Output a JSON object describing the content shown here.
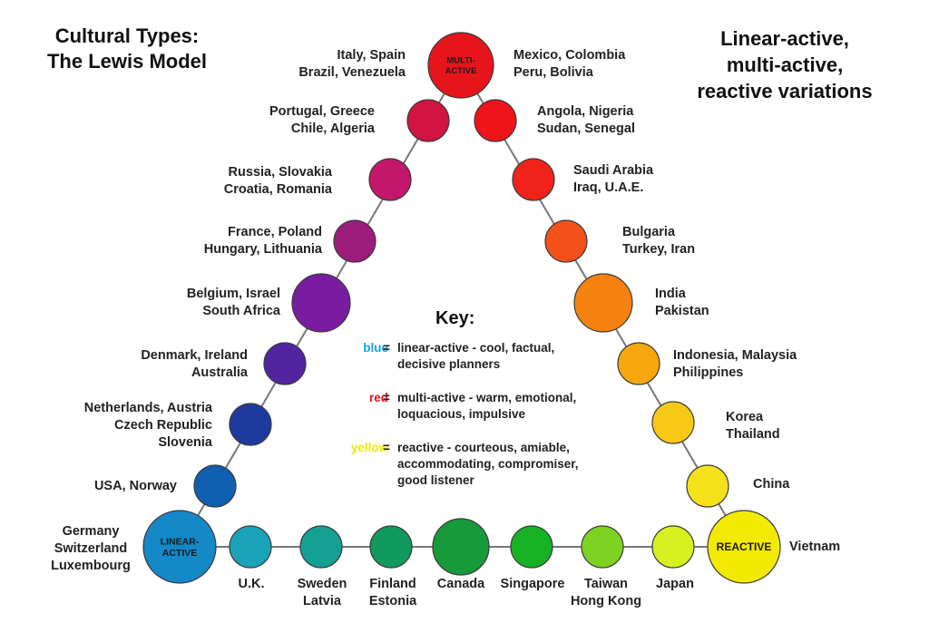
{
  "titles": {
    "left_line1": "Cultural Types:",
    "left_line2": "The Lewis Model",
    "right_line1": "Linear-active,",
    "right_line2": "multi-active,",
    "right_line3": "reactive variations"
  },
  "key": {
    "title": "Key:",
    "entries": [
      {
        "color_word": "blue",
        "color": "#1aa3d6",
        "desc_line1": "linear-active - cool, factual,",
        "desc_line2": "decisive planners",
        "desc_line3": ""
      },
      {
        "color_word": "red",
        "color": "#e8141c",
        "desc_line1": "multi-active - warm, emotional,",
        "desc_line2": "loquacious, impulsive",
        "desc_line3": ""
      },
      {
        "color_word": "yellow",
        "color": "#f2ea00",
        "desc_line1": "reactive - courteous, amiable,",
        "desc_line2": "accommodating, compromiser,",
        "desc_line3": "good listener"
      }
    ]
  },
  "nodes": [
    {
      "id": "multi-active",
      "color": "#e8141c",
      "inner": [
        "MULTI-",
        "ACTIVE"
      ],
      "labels": []
    },
    {
      "id": "italy-spain",
      "color": "",
      "inner": [],
      "labels": [
        "Italy, Spain",
        "Brazil, Venezuela"
      ]
    },
    {
      "id": "mexico-colombia",
      "color": "",
      "inner": [],
      "labels": [
        "Mexico, Colombia",
        "Peru, Bolivia"
      ]
    },
    {
      "id": "portugal-greece",
      "color": "#d11441",
      "inner": [],
      "labels": [
        "Portugal, Greece",
        "Chile, Algeria"
      ]
    },
    {
      "id": "russia-slovakia",
      "color": "#c2176b",
      "inner": [],
      "labels": [
        "Russia, Slovakia",
        "Croatia, Romania"
      ]
    },
    {
      "id": "france-poland",
      "color": "#9c1c7c",
      "inner": [],
      "labels": [
        "France, Poland",
        "Hungary, Lithuania"
      ]
    },
    {
      "id": "belgium-israel",
      "color": "#7a1ca0",
      "inner": [],
      "labels": [
        "Belgium, Israel",
        "South Africa"
      ]
    },
    {
      "id": "denmark-ireland",
      "color": "#5224a0",
      "inner": [],
      "labels": [
        "Denmark, Ireland",
        "Australia"
      ]
    },
    {
      "id": "netherlands-austria",
      "color": "#1f3a9e",
      "inner": [],
      "labels": [
        "Netherlands, Austria",
        "Czech Republic",
        "Slovenia"
      ]
    },
    {
      "id": "usa-norway",
      "color": "#0f60b0",
      "inner": [],
      "labels": [
        "USA, Norway"
      ]
    },
    {
      "id": "linear-active",
      "color": "#1588c8",
      "inner": [
        "LINEAR-",
        "ACTIVE"
      ],
      "labels": [
        "Germany",
        "Switzerland",
        "Luxembourg"
      ]
    },
    {
      "id": "uk",
      "color": "#1aa3b8",
      "inner": [],
      "labels": [
        "U.K."
      ]
    },
    {
      "id": "sweden-latvia",
      "color": "#14a092",
      "inner": [],
      "labels": [
        "Sweden",
        "Latvia"
      ]
    },
    {
      "id": "finland-estonia",
      "color": "#11995e",
      "inner": [],
      "labels": [
        "Finland",
        "Estonia"
      ]
    },
    {
      "id": "canada",
      "color": "#179a3a",
      "inner": [],
      "labels": [
        "Canada"
      ]
    },
    {
      "id": "singapore",
      "color": "#17b224",
      "inner": [],
      "labels": [
        "Singapore"
      ]
    },
    {
      "id": "taiwan-hongkong",
      "color": "#7cd322",
      "inner": [],
      "labels": [
        "Taiwan",
        "Hong Kong"
      ]
    },
    {
      "id": "japan",
      "color": "#d6f020",
      "inner": [],
      "labels": [
        "Japan"
      ]
    },
    {
      "id": "reactive",
      "color": "#f2ea00",
      "inner": [
        "REACTIVE"
      ],
      "labels": [
        "Vietnam"
      ]
    },
    {
      "id": "china",
      "color": "#f5e21a",
      "inner": [],
      "labels": [
        "China"
      ]
    },
    {
      "id": "korea-thailand",
      "color": "#f7c914",
      "inner": [],
      "labels": [
        "Korea",
        "Thailand"
      ]
    },
    {
      "id": "indonesia-malaysia",
      "color": "#f7a60e",
      "inner": [],
      "labels": [
        "Indonesia, Malaysia",
        "Philippines"
      ]
    },
    {
      "id": "india-pakistan",
      "color": "#f58210",
      "inner": [],
      "labels": [
        "India",
        "Pakistan"
      ]
    },
    {
      "id": "bulgaria-turkey",
      "color": "#f4501a",
      "inner": [],
      "labels": [
        "Bulgaria",
        "Turkey, Iran"
      ]
    },
    {
      "id": "saudi-arabia",
      "color": "#f0221a",
      "inner": [],
      "labels": [
        "Saudi Arabia",
        "Iraq, U.A.E."
      ]
    },
    {
      "id": "angola-nigeria",
      "color": "#ee141a",
      "inner": [],
      "labels": [
        "Angola, Nigeria",
        "Sudan, Senegal"
      ]
    }
  ]
}
